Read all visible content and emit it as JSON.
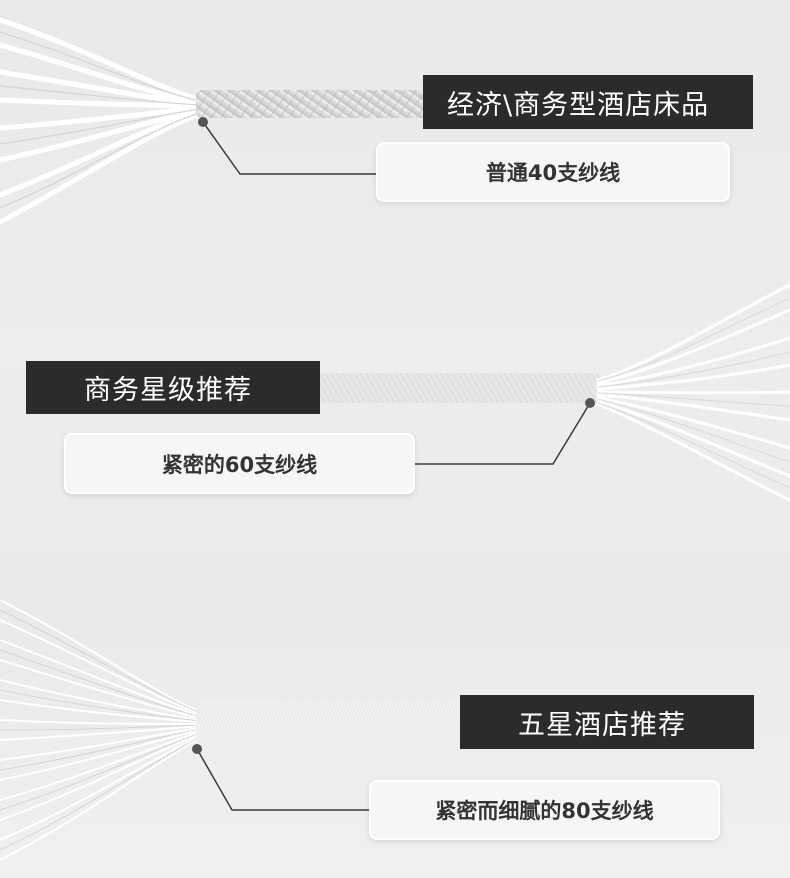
{
  "sections": [
    {
      "tier_label": "经济\\商务型酒店床品",
      "description": "普通40支纱线"
    },
    {
      "tier_label": "商务星级推荐",
      "description": "紧密的60支纱线"
    },
    {
      "tier_label": "五星酒店推荐",
      "description": "紧密而细腻的80支纱线"
    }
  ],
  "colors": {
    "label_background": "#2b2b2d",
    "label_text": "#ffffff",
    "box_text": "#333333",
    "thread": "#ffffff",
    "marker": "#555555"
  }
}
